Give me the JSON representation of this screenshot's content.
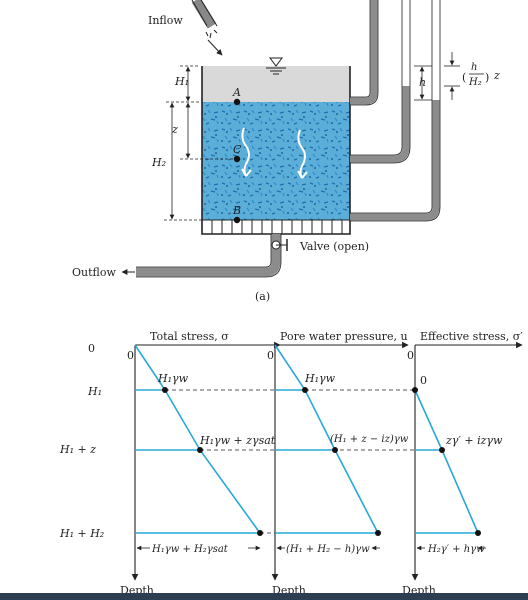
{
  "part_a": {
    "inflow_label": "Inflow",
    "outflow_label": "Outflow",
    "valve_label": "Valve (open)",
    "caption": "(a)",
    "point_a": "A",
    "point_b": "B",
    "point_c": "C",
    "dim_h1": "H₁",
    "dim_z": "z",
    "dim_h2": "H₂",
    "dim_h": "h",
    "dim_ratio_num": "h",
    "dim_ratio_den": "H₂",
    "dim_ratio_z": "z"
  },
  "part_b": {
    "depth_labels": [
      "0",
      "H₁",
      "H₁ + z",
      "H₁ + H₂"
    ],
    "panels": [
      {
        "title": "Total stress, σ",
        "zero": "0",
        "v_h1": "H₁γw",
        "v_z": "H₁γw + zγsat",
        "v_bottom": "H₁γw + H₂γsat",
        "depth": "Depth"
      },
      {
        "title": "Pore water pressure, u",
        "zero": "0",
        "v_h1": "H₁γw",
        "v_z": "(H₁ + z − iz)γw",
        "v_bottom": "(H₁ + H₂ − h)γw",
        "depth": "Depth"
      },
      {
        "title": "Effective stress, σ′",
        "zero": "0",
        "v_h1": "0",
        "v_z": "zγ′ + izγw",
        "v_bottom": "H₂γ′ + hγw",
        "depth": "Depth"
      }
    ]
  },
  "colors": {
    "soil": "#5aaed8",
    "water": "#d9d9d9",
    "line": "#29a8d8",
    "frame": "#222222",
    "bottom_bar": "#2c3e4f"
  }
}
